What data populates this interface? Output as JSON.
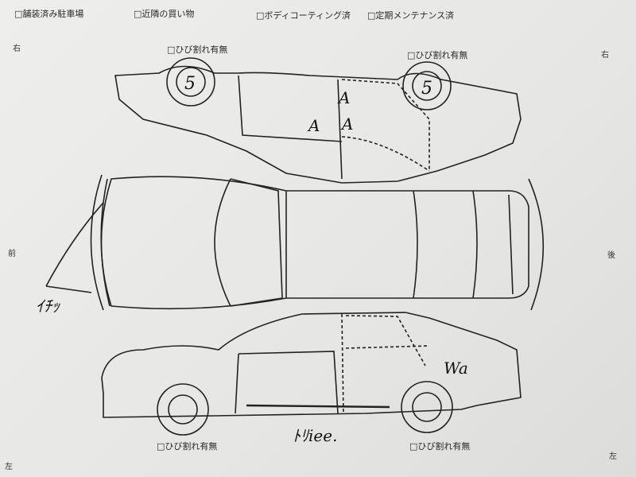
{
  "options": [
    {
      "label": "□舗装済み駐車場"
    },
    {
      "label": "□近隣の買い物"
    },
    {
      "label": "□ボディコーティング済"
    },
    {
      "label": "□定期メンテナンス済"
    }
  ],
  "orientation": {
    "right_left": "右",
    "right_right": "右",
    "front": "前",
    "rear": "後",
    "left_left": "左",
    "left_right": "左"
  },
  "crack_checks": {
    "top_front": "□ひび割れ有無",
    "top_rear": "□ひび割れ有無",
    "bottom_front": "□ひび割れ有無",
    "bottom_rear": "□ひび割れ有無"
  },
  "handwritten": {
    "wheel_top_front": "5",
    "wheel_top_rear": "5",
    "mark_a1": "A",
    "mark_a2": "A",
    "mark_a3": "A",
    "front_note": "ｲﾁｯ",
    "rear_note": "Wa",
    "sill_note": "ﾄﾘiee."
  }
}
